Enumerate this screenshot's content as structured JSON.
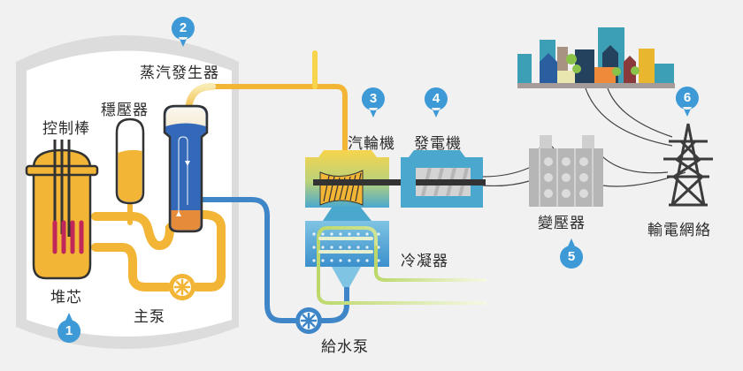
{
  "title": "壓水式核電廠運作示意圖",
  "labels": {
    "core": "堆芯",
    "control_rods": "控制棒",
    "pressurizer": "穩壓器",
    "steam_generator": "蒸汽發生器",
    "main_pump": "主泵",
    "turbine": "汽輪機",
    "generator": "發電機",
    "condenser": "冷凝器",
    "feedwater_pump": "給水泵",
    "transformer": "變壓器",
    "power_grid": "輸電網絡"
  },
  "markers": [
    {
      "number": "1",
      "target": "堆芯"
    },
    {
      "number": "2",
      "target": "蒸汽發生器"
    },
    {
      "number": "3",
      "target": "汽輪機"
    },
    {
      "number": "4",
      "target": "發電機"
    },
    {
      "number": "5",
      "target": "變壓器"
    },
    {
      "number": "6",
      "target": "輸電網絡"
    }
  ],
  "colors": {
    "background": "#f1f1f1",
    "containment": "#dcdcdc",
    "primary_loop": "#f2b535",
    "secondary_loop_water": "#3f86c8",
    "steam_generator": "#3468b8",
    "cooling_water": "#c9e07a",
    "turbine_housing": "#4aa8cf",
    "marker": "#3e9ad6",
    "control_rod_fuel": "#c2275a",
    "outline": "#333333"
  }
}
